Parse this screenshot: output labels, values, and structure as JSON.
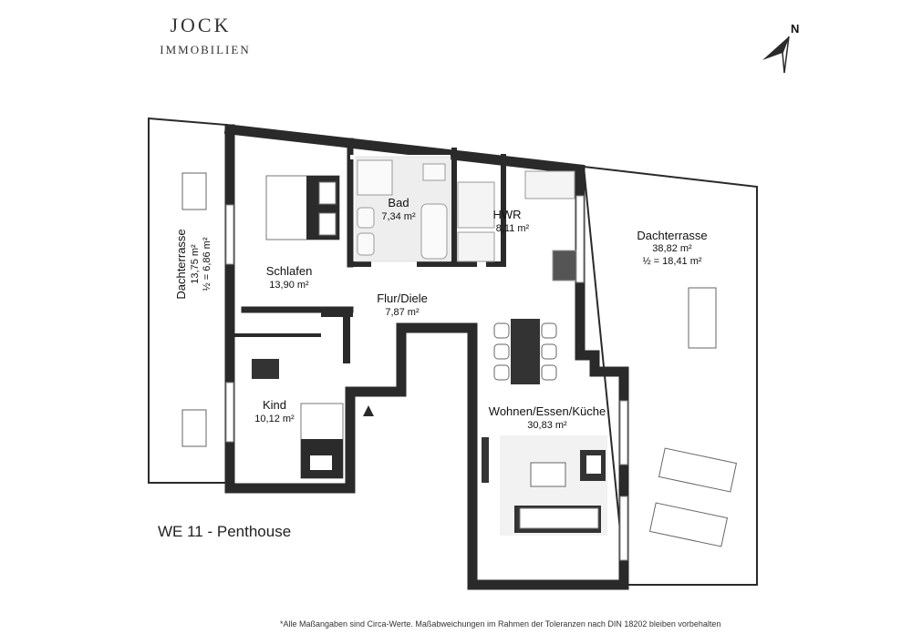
{
  "brand": {
    "name": "JOCK",
    "sub": "IMMOBILIEN"
  },
  "north_label": "N",
  "rooms": {
    "dachterrasse_west": {
      "name": "Dachterrasse",
      "area": "13,75 m²",
      "half": "½ = 6,86 m²"
    },
    "schlafen": {
      "name": "Schlafen",
      "area": "13,90 m²"
    },
    "bad": {
      "name": "Bad",
      "area": "7,34 m²"
    },
    "hwr": {
      "name": "HWR",
      "area": "8,11 m²"
    },
    "dachterrasse_ost": {
      "name": "Dachterrasse",
      "area": "38,82 m²",
      "half": "½ = 18,41 m²"
    },
    "flur": {
      "name": "Flur/Diele",
      "area": "7,87 m²"
    },
    "kind": {
      "name": "Kind",
      "area": "10,12 m²"
    },
    "wohnen": {
      "name": "Wohnen/Essen/Küche",
      "area": "30,83 m²"
    }
  },
  "unit_label": "WE 11 - Penthouse",
  "footnote": "*Alle Maßangaben sind Circa-Werte. Maßabweichungen im Rahmen der Toleranzen nach DIN 18202 bleiben vorbehalten",
  "colors": {
    "wall": "#2a2a2a",
    "floor": "#ffffff",
    "tile": "#e6e6e6",
    "furniture": "#444444"
  }
}
